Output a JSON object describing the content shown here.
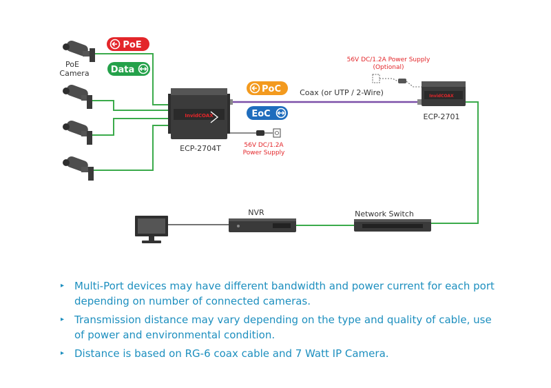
{
  "labels": {
    "poe_camera": [
      "PoE",
      "Camera"
    ],
    "poe": "PoE",
    "data": "Data",
    "poc": "PoC",
    "eoc": "EoC",
    "coax": "Coax (or UTP / 2-Wire)",
    "ps_remote": [
      "56V DC/1.2A Power Supply",
      "(Optional)"
    ],
    "ps_local": [
      "56V DC/1.2A",
      "Power Supply"
    ],
    "ecp2704t": "ECP-2704T",
    "ecp2701": "ECP-2701",
    "nvr": "NVR",
    "switch": "Network Switch",
    "brand_text": "InvidCOAX"
  },
  "notes": [
    "Multi-Port devices may have different bandwidth and power current for each port depending on number of connected cameras.",
    "Transmission distance may vary depending on the type and quality of cable, use of power and environmental condition.",
    "Distance is based on RG-6 coax cable and 7 Watt IP Camera."
  ],
  "colors": {
    "green_line": "#3aaa4a",
    "coax_line": "#7b4fa8",
    "red": "#e3262a",
    "green_pill": "#24a14a",
    "orange_pill": "#f39a1e",
    "blue_pill": "#1f6dbd",
    "note_text": "#1d8fbf"
  }
}
